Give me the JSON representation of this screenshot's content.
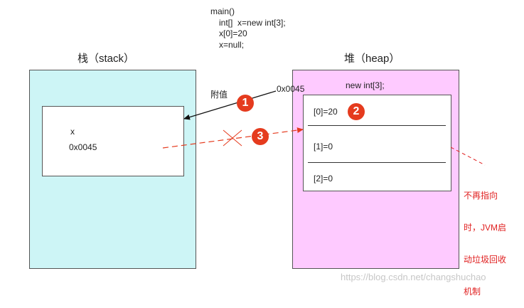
{
  "code": {
    "line1": "main()",
    "line2": "int[]  x=new int[3];",
    "line3": "x[0]=20",
    "line4": "x=null;"
  },
  "stack": {
    "title": "栈（stack）",
    "var_name": "x",
    "var_value": "0x0045"
  },
  "heap": {
    "title": "堆（heap）",
    "alloc_label": "new int[3];",
    "cells": [
      "[0]=20",
      "[1]=0",
      "[2]=0"
    ]
  },
  "arrows": {
    "assign_label": "附值",
    "address_label": "0x0045"
  },
  "badges": [
    "1",
    "2",
    "3"
  ],
  "note": {
    "lines": [
      "不再指向",
      "时，JVM启",
      "动垃圾回收",
      "机制"
    ]
  },
  "watermark": "https://blog.csdn.net/changshuchao",
  "colors": {
    "stack_bg": "#cdf5f6",
    "heap_bg": "#fecaff",
    "badge": "#e53b1e",
    "note_red": "#e02020"
  }
}
